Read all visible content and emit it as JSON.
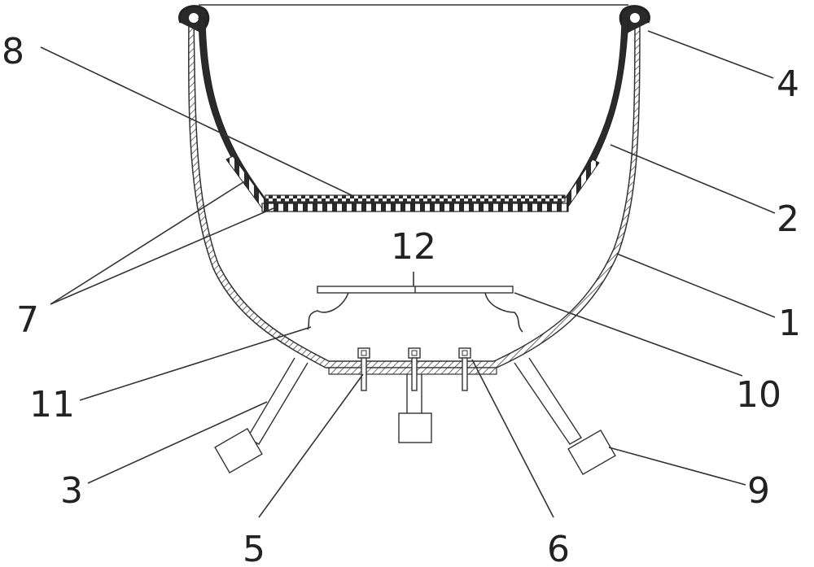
{
  "labels": {
    "l1": "1",
    "l2": "2",
    "l3": "3",
    "l4": "4",
    "l5": "5",
    "l6": "6",
    "l7": "7",
    "l8": "8",
    "l9": "9",
    "l10": "10",
    "l11": "11",
    "l12": "12"
  },
  "colors": {
    "stroke": "#333333",
    "dark_liner": "#2a2a2a",
    "background": "#ffffff"
  }
}
